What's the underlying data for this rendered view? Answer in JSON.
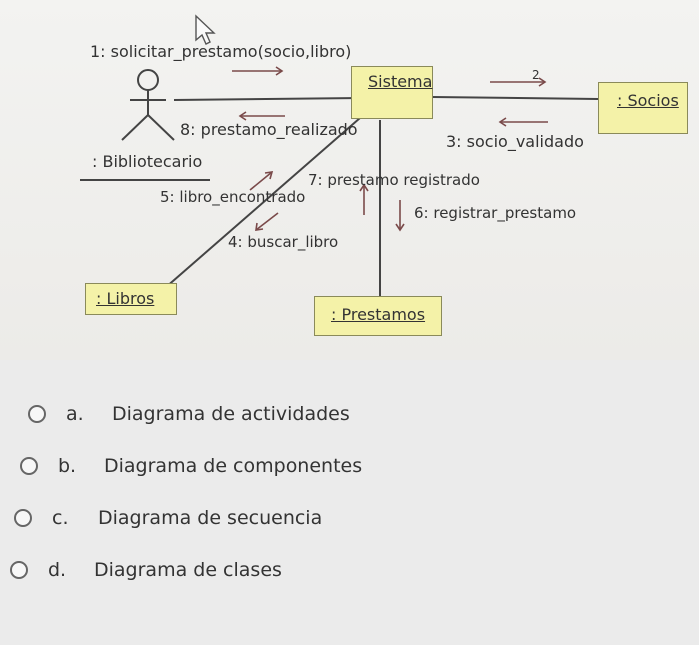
{
  "diagram": {
    "messages": {
      "m1": "1: solicitar_prestamo(socio,libro)",
      "m8": "8: prestamo_realizado",
      "m3": "3: socio_validado",
      "m7": "7: prestamo registrado",
      "m6": "6: registrar_prestamo",
      "m5": "5: libro_encontrado",
      "m4": "4: buscar_libro",
      "m2": "2"
    },
    "objects": {
      "actor": ": Bibliotecario",
      "sistema": "Sistema",
      "socios": ": Socios",
      "libros": ": Libros",
      "prestamos": ": Prestamos"
    },
    "colors": {
      "object_fill": "#f4f2a8",
      "arrow": "#7a4a4a",
      "line": "#444444"
    }
  },
  "question": {
    "options": [
      {
        "letter": "a.",
        "text": "Diagrama de actividades"
      },
      {
        "letter": "b.",
        "text": "Diagrama de componentes"
      },
      {
        "letter": "c.",
        "text": "Diagrama de secuencia"
      },
      {
        "letter": "d.",
        "text": "Diagrama de clases"
      }
    ]
  }
}
